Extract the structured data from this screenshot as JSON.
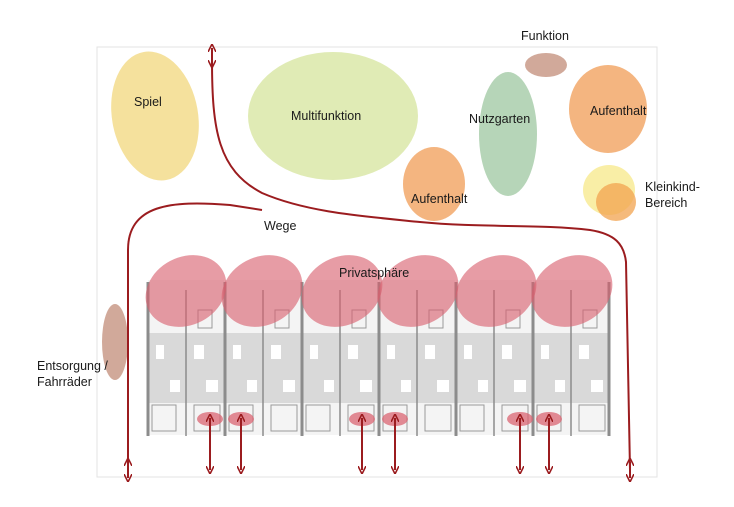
{
  "labels": {
    "spiel": "Spiel",
    "multifunktion": "Multifunktion",
    "funktion": "Funktion",
    "nutzgarten": "Nutzgarten",
    "aufenthalt_right": "Aufenthalt",
    "aufenthalt_center": "Aufenthalt",
    "kleinkind_line1": "Kleinkind-",
    "kleinkind_line2": "Bereich",
    "wege": "Wege",
    "privatsphaere": "Privatsphäre",
    "entsorgung_line1": "Entsorgung /",
    "entsorgung_line2": "Fahrräder"
  },
  "colors": {
    "path": "#9b1c1f",
    "privacy": "#d9606e",
    "spiel": "#f3dc8c",
    "multifunktion": "#dbe7a8",
    "aufenthalt": "#f2a86a",
    "nutzgarten": "#a9ceac",
    "funktion": "#c99a88",
    "entsorgung": "#c99a88",
    "kleinkind_yellow": "#f8ec9c",
    "kleinkind_orange": "#f2a34f",
    "building_fill": "#d9d9d9",
    "wall": "#8c8c8c",
    "frame": "#e3e3e3"
  }
}
